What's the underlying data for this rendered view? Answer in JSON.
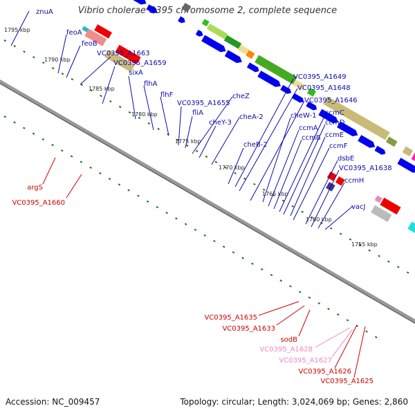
{
  "title": "Vibrio cholerae O395 chromosome 2, complete sequence",
  "accession_label": "Accession: NC_009457",
  "summary_label": "Topology: circular; Length: 3,024,069 bp; Genes: 2,860",
  "colors": {
    "backbone": "#999999",
    "cds": "#0000ee",
    "reverse_gene": "#ee0000",
    "label_blue": "#0a0aa8",
    "label_red": "#cc0000",
    "label_pink": "#ee88bb",
    "tick": "#117711",
    "green_block": "#33bb22",
    "khaki_block": "#c9bb77",
    "purple_block": "#443388"
  },
  "scale_labels": [
    "1795 kbp",
    "1790 kbp",
    "1785 kbp",
    "1780 kbp",
    "1775 kbp",
    "1770 kbp",
    "1765 kbp",
    "1760 kbp",
    "1755 kbp"
  ],
  "gene_labels": {
    "znuA": "znuA",
    "feoA": "feoA",
    "feoB": "feoB",
    "A1663": "VC0395_A1663",
    "A1659": "VC0395_A1659",
    "sixA": "sixA",
    "flhA": "flhA",
    "flhF": "flhF",
    "A1655": "VC0395_A1655",
    "fliA": "fliA",
    "cheZ": "cheZ",
    "cheY3": "cheY-3",
    "cheA2": "cheA-2",
    "cheB2": "cheB-2",
    "A1649": "VC0395_A1649",
    "A1648": "VC0395_A1648",
    "A1646": "VC0395_A1646",
    "cheW1": "cheW-1",
    "ccmA": "ccmA",
    "ccmB": "ccmB",
    "ccmC": "ccmC",
    "ccmD": "ccmD",
    "ccmE": "ccmE",
    "ccmF": "ccmF",
    "dsbE": "dsbE",
    "A1638": "VC0395_A1638",
    "ccmH": "ccmH",
    "vacJ": "vacJ",
    "argS": "argS",
    "A1660": "VC0395_A1660",
    "A1635": "VC0395_A1635",
    "A1633": "VC0395_A1633",
    "sodB": "sodB",
    "A1628": "VC0395_A1628",
    "A1627": "VC0395_A1627",
    "A1626": "VC0395_A1626",
    "A1625": "VC0395_A1625"
  }
}
